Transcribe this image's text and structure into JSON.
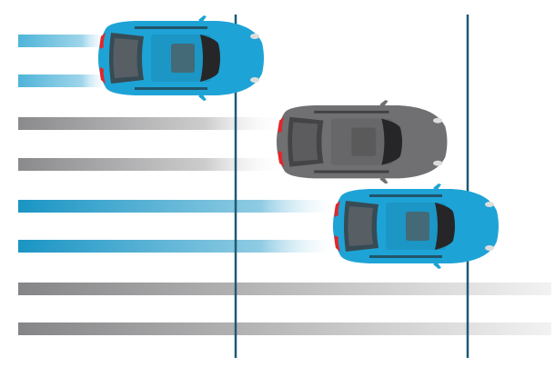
{
  "colors": {
    "blue_car": "#1ea3d6",
    "gray_car": "#6f6f71",
    "marker_line": "#1d5a73",
    "blue_trail": "#1a95c4",
    "light_blue_trail": "#63bcd9",
    "gray_trail": "#8a8a8c",
    "tail_light": "#e3262b"
  },
  "cars": [
    {
      "label": "blue-car-1",
      "color": "blue"
    },
    {
      "label": "gray-car",
      "color": "gray"
    },
    {
      "label": "blue-car-2",
      "color": "blue"
    }
  ]
}
